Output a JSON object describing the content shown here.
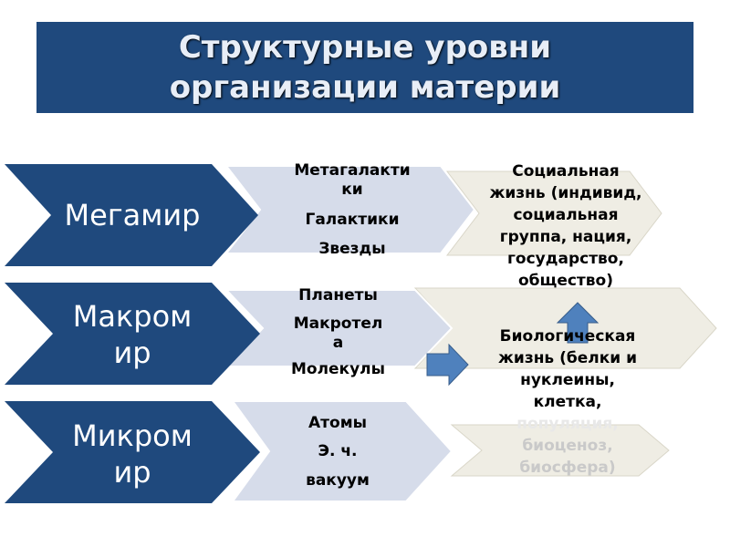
{
  "title": {
    "line1": "Структурные уровни",
    "line2": "организации материи"
  },
  "levels": [
    {
      "label_lines": [
        "Мегамир"
      ],
      "items": [
        "Метагалакти",
        "ки",
        "Галактики",
        "Звезды"
      ]
    },
    {
      "label_lines": [
        "Макром",
        "ир"
      ],
      "items": [
        "Планеты",
        "Макротел",
        "а",
        "Молекулы"
      ]
    },
    {
      "label_lines": [
        "Микром",
        "ир"
      ],
      "items": [
        "Атомы",
        "Э. ч.",
        "вакуум"
      ]
    }
  ],
  "forms": {
    "social": [
      "Социальная",
      "жизнь (индивид,",
      "социальная",
      "группа, нация,",
      "государство,",
      "общество)"
    ],
    "biological": [
      "Биологическая",
      "жизнь  (белки и",
      "нуклеины,",
      "клетка,",
      "популяция,",
      "биоценоз,",
      "биосфера)"
    ]
  },
  "colors": {
    "title_bg": "#1f497d",
    "level_chevron": "#1f497d",
    "item_chevron": "#d6dcea",
    "form_chevron": "#efede4",
    "arrow": "#4f81bd"
  }
}
